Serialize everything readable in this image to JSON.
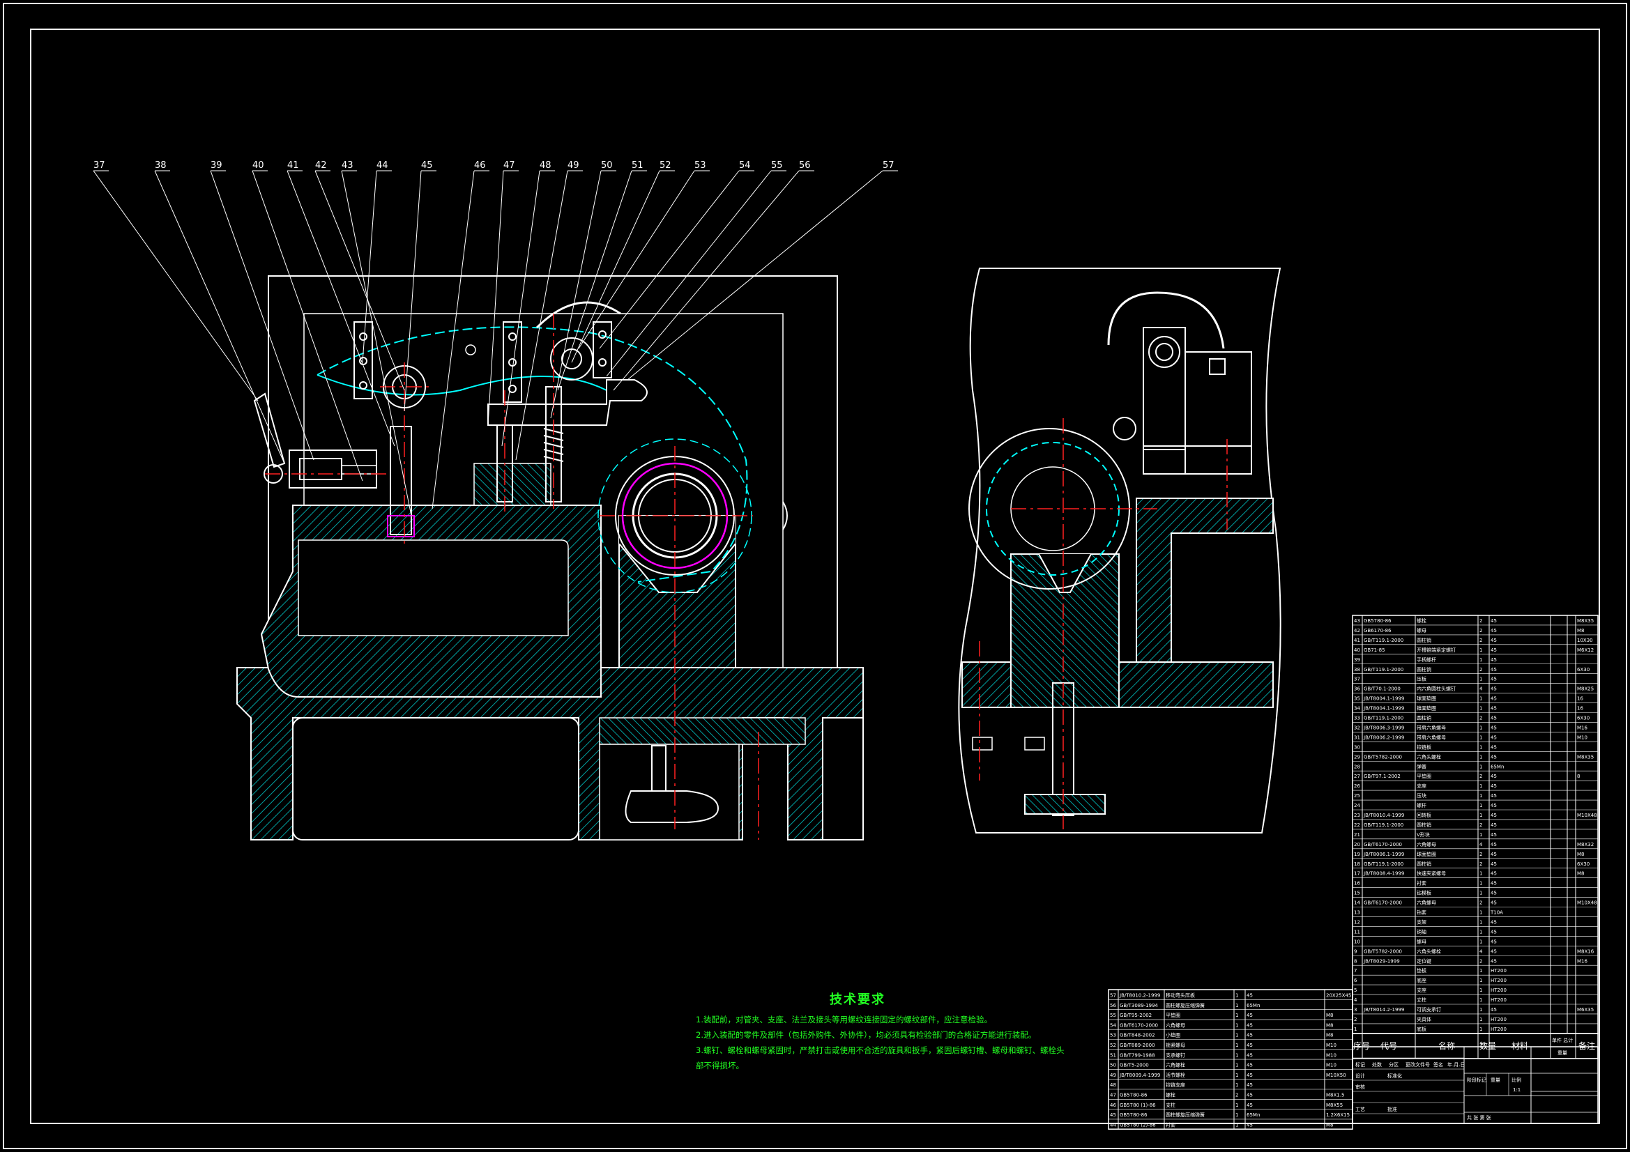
{
  "balloons": [
    "37",
    "38",
    "39",
    "40",
    "41",
    "42",
    "43",
    "44",
    "45",
    "46",
    "47",
    "48",
    "49",
    "50",
    "51",
    "52",
    "53",
    "54",
    "55",
    "56",
    "57"
  ],
  "tech_requirements": {
    "title": "技术要求",
    "lines": [
      "1.装配前，对管夹、支座、法兰及接头等用螺纹连接固定的螺纹部件，应注意检验。",
      "2.进入装配的零件及部件（包括外购件、外协件），均必须具有检验部门的合格证方能进行装配。",
      "3.螺钉、螺栓和螺母紧固时，严禁打击或使用不合适的旋具和扳手，紧固后螺钉槽、螺母和螺钉、螺栓头",
      "部不得损坏。"
    ]
  },
  "parts_header": {
    "no": "序号",
    "code": "代号",
    "name": "名称",
    "qty": "数量",
    "material": "材料",
    "single": "单件",
    "total": "总计",
    "weight": "重量",
    "remark": "备注"
  },
  "parts_right": [
    {
      "no": "43",
      "code": "GB5780-86",
      "name": "螺栓",
      "qty": "2",
      "mat": "45",
      "rem": "M8X35"
    },
    {
      "no": "42",
      "code": "GB6170-86",
      "name": "螺母",
      "qty": "2",
      "mat": "45",
      "rem": "M8"
    },
    {
      "no": "41",
      "code": "GB/T119.1-2000",
      "name": "圆柱销",
      "qty": "2",
      "mat": "45",
      "rem": "10X30"
    },
    {
      "no": "40",
      "code": "GB71-85",
      "name": "开槽锥端紧定螺钉",
      "qty": "1",
      "mat": "45",
      "rem": "M6X12"
    },
    {
      "no": "39",
      "code": "",
      "name": "手柄螺杆",
      "qty": "1",
      "mat": "45",
      "rem": ""
    },
    {
      "no": "38",
      "code": "GB/T119.1-2000",
      "name": "圆柱销",
      "qty": "2",
      "mat": "45",
      "rem": "6X30"
    },
    {
      "no": "37",
      "code": "",
      "name": "压板",
      "qty": "1",
      "mat": "45",
      "rem": ""
    },
    {
      "no": "36",
      "code": "GB/T70.1-2000",
      "name": "内六角圆柱头螺钉",
      "qty": "4",
      "mat": "45",
      "rem": "M8X25"
    },
    {
      "no": "35",
      "code": "JB/T8004.1-1999",
      "name": "球面垫圈",
      "qty": "1",
      "mat": "45",
      "rem": "16"
    },
    {
      "no": "34",
      "code": "JB/T8004.1-1999",
      "name": "锥面垫圈",
      "qty": "1",
      "mat": "45",
      "rem": "16"
    },
    {
      "no": "33",
      "code": "GB/T119.1-2000",
      "name": "圆柱销",
      "qty": "2",
      "mat": "45",
      "rem": "6X30"
    },
    {
      "no": "32",
      "code": "JB/T8006.3-1999",
      "name": "带肩六角螺母",
      "qty": "1",
      "mat": "45",
      "rem": "M16"
    },
    {
      "no": "31",
      "code": "JB/T8006.2-1999",
      "name": "带肩六角螺母",
      "qty": "1",
      "mat": "45",
      "rem": "M10"
    },
    {
      "no": "30",
      "code": "",
      "name": "铰链板",
      "qty": "1",
      "mat": "45",
      "rem": ""
    },
    {
      "no": "29",
      "code": "GB/T5782-2000",
      "name": "六角头螺栓",
      "qty": "1",
      "mat": "45",
      "rem": "M8X35"
    },
    {
      "no": "28",
      "code": "",
      "name": "弹簧",
      "qty": "1",
      "mat": "65Mn",
      "rem": ""
    },
    {
      "no": "27",
      "code": "GB/T97.1-2002",
      "name": "平垫圈",
      "qty": "2",
      "mat": "45",
      "rem": "8"
    },
    {
      "no": "26",
      "code": "",
      "name": "支座",
      "qty": "1",
      "mat": "45",
      "rem": ""
    },
    {
      "no": "25",
      "code": "",
      "name": "压块",
      "qty": "1",
      "mat": "45",
      "rem": ""
    },
    {
      "no": "24",
      "code": "",
      "name": "螺杆",
      "qty": "1",
      "mat": "45",
      "rem": ""
    },
    {
      "no": "23",
      "code": "JB/T8010.4-1999",
      "name": "回转板",
      "qty": "1",
      "mat": "45",
      "rem": "M10X48"
    },
    {
      "no": "22",
      "code": "GB/T119.1-2000",
      "name": "圆柱销",
      "qty": "2",
      "mat": "45",
      "rem": ""
    },
    {
      "no": "21",
      "code": "",
      "name": "V形块",
      "qty": "1",
      "mat": "45",
      "rem": ""
    },
    {
      "no": "20",
      "code": "GB/T6170-2000",
      "name": "六角螺母",
      "qty": "4",
      "mat": "45",
      "rem": "M8X32"
    },
    {
      "no": "19",
      "code": "JB/T8006.1-1999",
      "name": "球面垫圈",
      "qty": "2",
      "mat": "45",
      "rem": "M8"
    },
    {
      "no": "18",
      "code": "GB/T119.1-2000",
      "name": "圆柱销",
      "qty": "2",
      "mat": "45",
      "rem": "6X30"
    },
    {
      "no": "17",
      "code": "JB/T8008.4-1999",
      "name": "快速夹紧螺母",
      "qty": "1",
      "mat": "45",
      "rem": "M8"
    },
    {
      "no": "16",
      "code": "",
      "name": "衬套",
      "qty": "1",
      "mat": "45",
      "rem": ""
    },
    {
      "no": "15",
      "code": "",
      "name": "钻模板",
      "qty": "1",
      "mat": "45",
      "rem": ""
    },
    {
      "no": "14",
      "code": "GB/T6170-2000",
      "name": "六角螺母",
      "qty": "2",
      "mat": "45",
      "rem": "M10X48"
    },
    {
      "no": "13",
      "code": "",
      "name": "钻套",
      "qty": "1",
      "mat": "T10A",
      "rem": ""
    },
    {
      "no": "12",
      "code": "",
      "name": "支架",
      "qty": "1",
      "mat": "45",
      "rem": ""
    },
    {
      "no": "11",
      "code": "",
      "name": "销轴",
      "qty": "1",
      "mat": "45",
      "rem": ""
    },
    {
      "no": "10",
      "code": "",
      "name": "螺母",
      "qty": "1",
      "mat": "45",
      "rem": ""
    },
    {
      "no": "9",
      "code": "GB/T5782-2000",
      "name": "六角头螺栓",
      "qty": "4",
      "mat": "45",
      "rem": "M8X16"
    },
    {
      "no": "8",
      "code": "JB/T8029-1999",
      "name": "定位键",
      "qty": "2",
      "mat": "45",
      "rem": "M16"
    },
    {
      "no": "7",
      "code": "",
      "name": "垫板",
      "qty": "1",
      "mat": "HT200",
      "rem": ""
    },
    {
      "no": "6",
      "code": "",
      "name": "底座",
      "qty": "1",
      "mat": "HT200",
      "rem": ""
    },
    {
      "no": "5",
      "code": "",
      "name": "支座",
      "qty": "1",
      "mat": "HT200",
      "rem": ""
    },
    {
      "no": "4",
      "code": "",
      "name": "立柱",
      "qty": "1",
      "mat": "HT200",
      "rem": ""
    },
    {
      "no": "3",
      "code": "JB/T8014.2-1999",
      "name": "可调支承钉",
      "qty": "1",
      "mat": "45",
      "rem": "M6X35"
    },
    {
      "no": "2",
      "code": "",
      "name": "夹具体",
      "qty": "1",
      "mat": "HT200",
      "rem": ""
    },
    {
      "no": "1",
      "code": "",
      "name": "底板",
      "qty": "1",
      "mat": "HT200",
      "rem": ""
    }
  ],
  "parts_bottom": [
    {
      "no": "57",
      "code": "JB/T8010.2-1999",
      "name": "移动弯头压板",
      "qty": "1",
      "mat": "45",
      "rem": "20X25X45"
    },
    {
      "no": "56",
      "code": "GB/T3089-1994",
      "name": "圆柱螺旋压缩弹簧",
      "qty": "1",
      "mat": "65Mn",
      "rem": ""
    },
    {
      "no": "55",
      "code": "GB/T95-2002",
      "name": "平垫圈",
      "qty": "1",
      "mat": "45",
      "rem": "M8"
    },
    {
      "no": "54",
      "code": "GB/T6170-2000",
      "name": "六角螺母",
      "qty": "1",
      "mat": "45",
      "rem": "M8"
    },
    {
      "no": "53",
      "code": "GB/T848-2002",
      "name": "小垫圈",
      "qty": "1",
      "mat": "45",
      "rem": "M8"
    },
    {
      "no": "52",
      "code": "GB/T889-2000",
      "name": "锁紧螺母",
      "qty": "1",
      "mat": "45",
      "rem": "M10"
    },
    {
      "no": "51",
      "code": "GB/T799-1988",
      "name": "支承螺钉",
      "qty": "1",
      "mat": "45",
      "rem": "M10"
    },
    {
      "no": "50",
      "code": "GB/T5-2000",
      "name": "六角螺栓",
      "qty": "1",
      "mat": "45",
      "rem": "M10"
    },
    {
      "no": "49",
      "code": "JB/T8009.4-1999",
      "name": "活节螺栓",
      "qty": "1",
      "mat": "45",
      "rem": "M10X50"
    },
    {
      "no": "48",
      "code": "",
      "name": "铰链支座",
      "qty": "1",
      "mat": "45",
      "rem": ""
    },
    {
      "no": "47",
      "code": "GB5780-86",
      "name": "螺栓",
      "qty": "2",
      "mat": "45",
      "rem": "M8X1.5"
    },
    {
      "no": "46",
      "code": "GB5780 (1)-86",
      "name": "支柱",
      "qty": "1",
      "mat": "45",
      "rem": "M8X55"
    },
    {
      "no": "45",
      "code": "GB5780-86",
      "name": "圆柱螺旋压缩弹簧",
      "qty": "1",
      "mat": "65Mn",
      "rem": "1.2X6X15"
    },
    {
      "no": "44",
      "code": "GB5780 (2)-86",
      "name": "衬套",
      "qty": "1",
      "mat": "45",
      "rem": "M8"
    }
  ],
  "title_block": {
    "r1": [
      "标记",
      "处数",
      "分区",
      "更改文件号",
      "签名",
      "年.月.日"
    ],
    "design": "设计",
    "check": "审核",
    "process": "工艺",
    "std": "标准化",
    "approve": "批准",
    "stage": "阶段标记",
    "weight": "重量",
    "scale": "比例",
    "scale_val": "1:1",
    "sheets": "共   张   第   张"
  },
  "colors": {
    "outline": "#ffffff",
    "part": "#00ffff",
    "hatch": "#00bfbf",
    "center": "#ff2020",
    "accent": "#ff00ff",
    "text": "#22ff22",
    "frame": "#ffffff"
  }
}
